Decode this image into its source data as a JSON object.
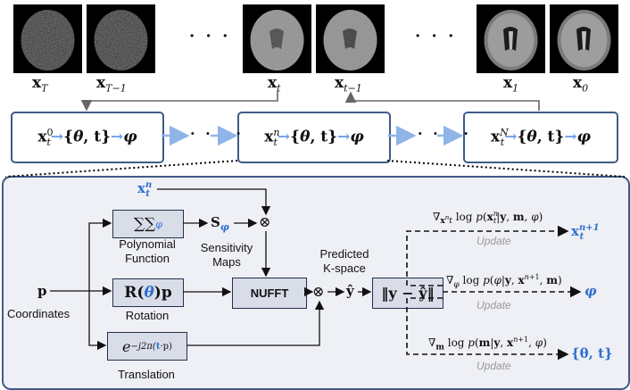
{
  "top_row": {
    "images": [
      {
        "label": "x_T",
        "kind": "noise"
      },
      {
        "label": "x_{T-1}",
        "kind": "noise"
      },
      {
        "label": "x_t",
        "kind": "noisy-brain"
      },
      {
        "label": "x_{t-1}",
        "kind": "noisy-brain"
      },
      {
        "label": "x_1",
        "kind": "brain"
      },
      {
        "label": "x_0",
        "kind": "brain"
      }
    ],
    "ellipsis": "· · ·"
  },
  "sampling_chain": {
    "steps": [
      {
        "x": "x",
        "sup": "0",
        "sub": "t",
        "params": "{θ, t}",
        "phi": "φ"
      },
      {
        "x": "x",
        "sup": "n",
        "sub": "t",
        "params": "{θ, t}",
        "phi": "φ"
      },
      {
        "x": "x",
        "sup": "N",
        "sub": "t",
        "params": "{θ, t}",
        "phi": "φ"
      }
    ],
    "ellipsis": "· · · ·"
  },
  "detail": {
    "input_x": {
      "x": "x",
      "sup": "n",
      "sub": "t"
    },
    "p_symbol": "p",
    "coordinates_label": "Coordinates",
    "poly_box": "∑∑",
    "poly_sub": "φ",
    "poly_label_line1": "Polynomial",
    "poly_label_line2": "Function",
    "rot_box_R": "R(",
    "rot_box_theta": "θ",
    "rot_box_end": ")p",
    "rot_label": "Rotation",
    "trans_box_e": "e",
    "trans_box_exp": "−j2π(",
    "trans_box_t": "t",
    "trans_box_rest": "·p)",
    "trans_label": "Translation",
    "S_symbol": "S",
    "S_sub": "φ",
    "sens_label_line1": "Sensitivity",
    "sens_label_line2": "Maps",
    "otimes": "⊗",
    "nufft_label": "NUFFT",
    "predicted_line1": "Predicted",
    "predicted_line2": "K-space",
    "yhat": "ŷ",
    "loss_box": "‖y − ŷ‖",
    "update_label": "Update",
    "gradients": [
      {
        "nabla": "∇",
        "wrt": "x",
        "wrt_sup": "n",
        "wrt_sub": "t",
        "body": "log p(x",
        "body_sup": "n",
        "body_sub": "t",
        "body_rest": "|y, m, φ)"
      },
      {
        "nabla": "∇",
        "wrt": "φ",
        "wrt_sup": "",
        "wrt_sub": "",
        "body": "log p(φ|y, x",
        "body_sup": "n+1",
        "body_sub": "",
        "body_rest": ", m)"
      },
      {
        "nabla": "∇",
        "wrt": "m",
        "wrt_sup": "",
        "wrt_sub": "",
        "body": "log p(m|y, x",
        "body_sup": "n+1",
        "body_sub": "",
        "body_rest": ", φ)"
      }
    ],
    "outputs": [
      {
        "x": "x",
        "sup": "n+1",
        "sub": "t"
      },
      {
        "text": "φ"
      },
      {
        "text": "{θ, t}"
      }
    ]
  },
  "colors": {
    "accent_blue": "#2f6fd0",
    "box_border": "#3f5c86",
    "arrow_blue": "#8fb4e8",
    "panel_bg": "#eef0f5",
    "func_box_bg": "#d8dde8"
  }
}
